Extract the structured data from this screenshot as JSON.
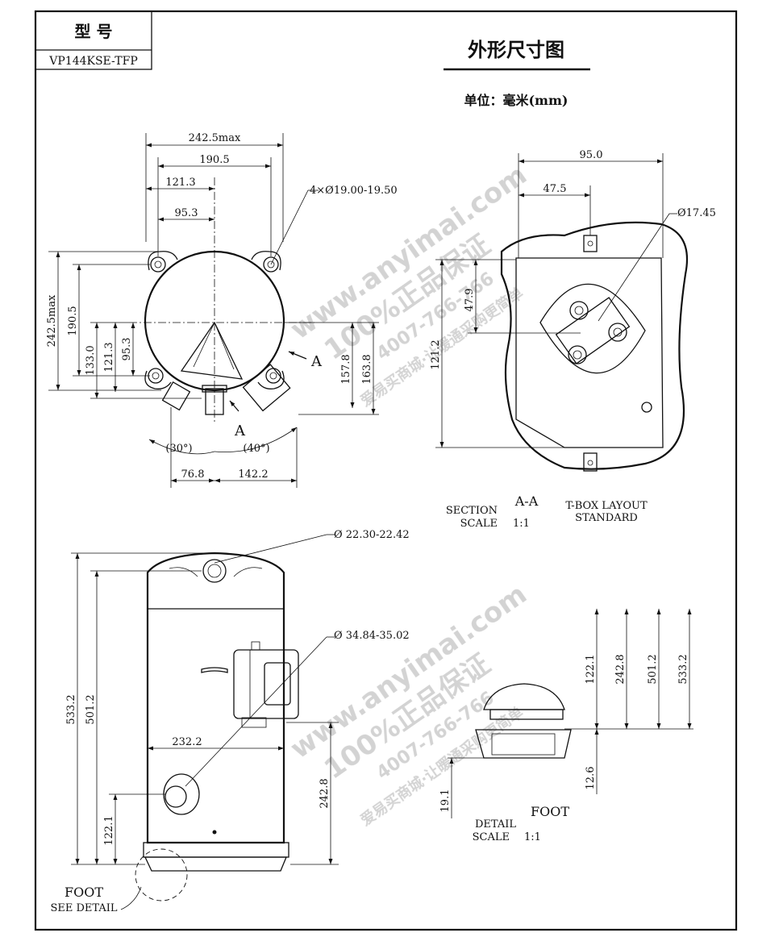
{
  "title_block": {
    "model_label": "型 号",
    "model_value": "VP144KSE-TFP"
  },
  "drawing": {
    "title": "外形尺寸图",
    "unit": "单位：毫米(mm)"
  },
  "top_view": {
    "dims": {
      "width_max": "242.5max",
      "w_190": "190.5",
      "w_121": "121.3",
      "w_95": "95.3",
      "h_max": "242.5max",
      "h_190": "190.5",
      "h_133": "133.0",
      "h_121": "121.3",
      "h_95": "95.3",
      "h_157": "157.8",
      "h_163": "163.8",
      "holes": "4×Ø19.00-19.50",
      "angle_left": "(30°)",
      "angle_right": "(40°)",
      "x_76": "76.8",
      "x_142": "142.2",
      "section_mark": "A"
    }
  },
  "tbox_view": {
    "dims": {
      "w_95": "95.0",
      "w_47": "47.5",
      "d_17": "Ø17.45",
      "h_47": "47.9",
      "h_121": "121.2"
    },
    "section_title": "A-A",
    "section_label_1": "SECTION",
    "section_label_2": "SCALE",
    "section_scale": "1:1",
    "layout_1": "T-BOX LAYOUT",
    "layout_2": "STANDARD"
  },
  "side_view": {
    "dims": {
      "d_suction_top": "Ø 22.30-22.42",
      "d_discharge": "Ø 34.84-35.02",
      "h_533": "533.2",
      "h_501": "501.2",
      "w_232": "232.2",
      "h_122": "122.1",
      "h_242": "242.8"
    },
    "foot_label": "FOOT",
    "see_detail": "SEE DETAIL"
  },
  "detail_view": {
    "dims": {
      "h_122": "122.1",
      "h_242": "242.8",
      "h_501": "501.2",
      "h_533": "533.2",
      "h_12": "12.6",
      "h_19": "19.1"
    },
    "foot_label": "FOOT",
    "detail_label_1": "DETAIL",
    "detail_label_2": "SCALE",
    "detail_scale": "1:1"
  },
  "watermark": {
    "site": "www.anyimai.com",
    "slogan": "100%正品保证",
    "phone": "4007-766-766",
    "mall": "爱易买商城·让暖通采购更简单"
  }
}
